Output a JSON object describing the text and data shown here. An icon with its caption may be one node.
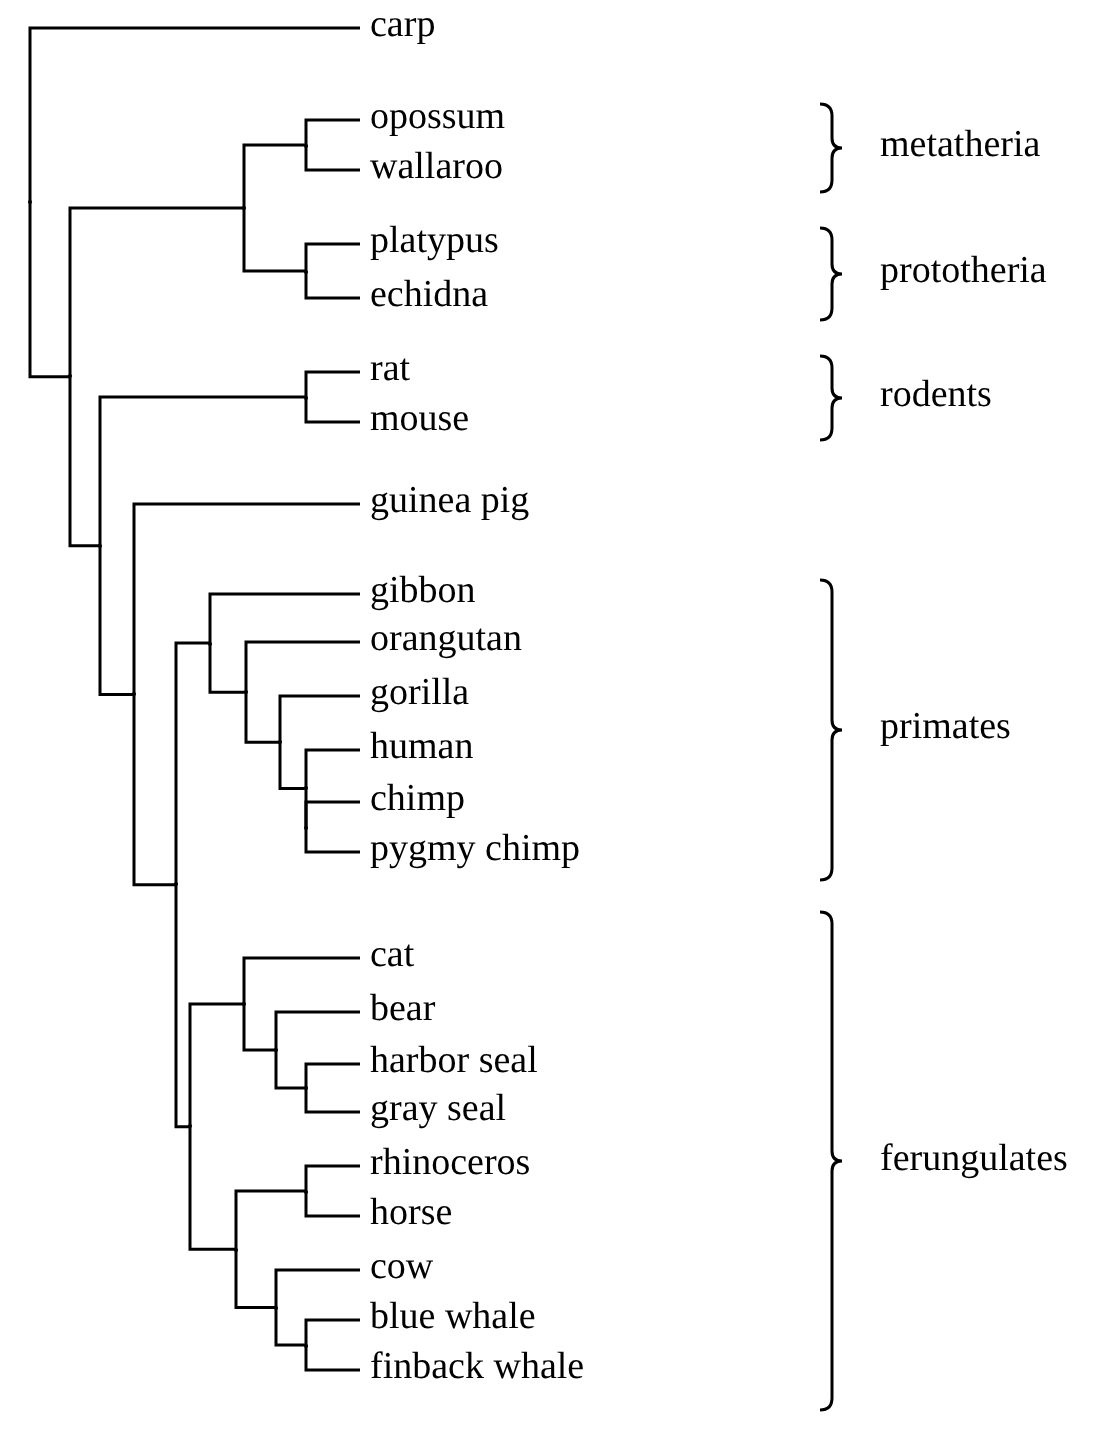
{
  "diagram": {
    "nodes": [
      {
        "text": [
          "carp"
        ]
      },
      {
        "text": [
          "opossum"
        ]
      },
      {
        "text": [
          "wallaroo"
        ]
      },
      {
        "text": [
          "platypus"
        ]
      },
      {
        "text": [
          "echidna"
        ]
      },
      {
        "text": [
          "rat"
        ]
      },
      {
        "text": [
          "mouse"
        ]
      },
      {
        "text": [
          "guinea pig"
        ]
      },
      {
        "text": [
          "gibbon"
        ]
      },
      {
        "text": [
          "orangutan"
        ]
      },
      {
        "text": [
          "gorilla"
        ]
      },
      {
        "text": [
          "human"
        ]
      },
      {
        "text": [
          "chimp"
        ]
      },
      {
        "text": [
          "pygmy chimp"
        ]
      },
      {
        "text": [
          "cat"
        ]
      },
      {
        "text": [
          "bear"
        ]
      },
      {
        "text": [
          "harbor seal"
        ]
      },
      {
        "text": [
          "gray seal"
        ]
      },
      {
        "text": [
          "rhinoceros"
        ]
      },
      {
        "text": [
          "horse"
        ]
      },
      {
        "text": [
          "cow"
        ]
      },
      {
        "text": [
          "blue whale"
        ]
      },
      {
        "text": [
          "finback whale"
        ]
      },
      {
        "text": [],
        "shape": "point"
      },
      {
        "text": [],
        "shape": "point"
      },
      {
        "text": [],
        "shape": "point"
      },
      {
        "text": [],
        "shape": "point"
      },
      {
        "text": [],
        "shape": "point"
      },
      {
        "text": [],
        "shape": "point"
      },
      {
        "text": [],
        "shape": "point"
      },
      {
        "text": [],
        "shape": "point"
      },
      {
        "text": [],
        "shape": "point"
      },
      {
        "text": [],
        "shape": "point"
      },
      {
        "text": [],
        "shape": "point"
      },
      {
        "text": [],
        "shape": "point"
      },
      {
        "text": [],
        "shape": "point"
      },
      {
        "text": [],
        "shape": "point"
      },
      {
        "text": [],
        "shape": "point"
      },
      {
        "text": [],
        "shape": "point"
      },
      {
        "text": [],
        "shape": "point"
      },
      {
        "text": [],
        "shape": "point"
      },
      {
        "text": [],
        "shape": "point"
      },
      {
        "text": [],
        "shape": "point"
      },
      {
        "text": [],
        "shape": "point"
      },
      {
        "text": [],
        "shape": "point"
      }
    ],
    "edges": [
      {
        "from": 23,
        "to": 0,
        "arrow": "none"
      },
      {
        "from": 23,
        "to": 24,
        "arrow": "none"
      },
      {
        "from": 24,
        "to": 25,
        "arrow": "none"
      },
      {
        "from": 24,
        "to": 28,
        "arrow": "none"
      },
      {
        "from": 25,
        "to": 26,
        "arrow": "none"
      },
      {
        "from": 25,
        "to": 27,
        "arrow": "none"
      },
      {
        "from": 26,
        "to": 1,
        "arrow": "none"
      },
      {
        "from": 26,
        "to": 2,
        "arrow": "none"
      },
      {
        "from": 27,
        "to": 3,
        "arrow": "none"
      },
      {
        "from": 27,
        "to": 4,
        "arrow": "none"
      },
      {
        "from": 28,
        "to": 29,
        "arrow": "none"
      },
      {
        "from": 28,
        "to": 30,
        "arrow": "none"
      },
      {
        "from": 29,
        "to": 5,
        "arrow": "none"
      },
      {
        "from": 29,
        "to": 6,
        "arrow": "none"
      },
      {
        "from": 30,
        "to": 7,
        "arrow": "none"
      },
      {
        "from": 30,
        "to": 31,
        "arrow": "none"
      },
      {
        "from": 31,
        "to": 32,
        "arrow": "none"
      },
      {
        "from": 31,
        "to": 37,
        "arrow": "none"
      },
      {
        "from": 32,
        "to": 8,
        "arrow": "none"
      },
      {
        "from": 32,
        "to": 33,
        "arrow": "none"
      },
      {
        "from": 33,
        "to": 9,
        "arrow": "none"
      },
      {
        "from": 33,
        "to": 34,
        "arrow": "none"
      },
      {
        "from": 34,
        "to": 10,
        "arrow": "none"
      },
      {
        "from": 34,
        "to": 35,
        "arrow": "none"
      },
      {
        "from": 35,
        "to": 11,
        "arrow": "none"
      },
      {
        "from": 35,
        "to": 36,
        "arrow": "none"
      },
      {
        "from": 36,
        "to": 12,
        "arrow": "none"
      },
      {
        "from": 36,
        "to": 13,
        "arrow": "none"
      },
      {
        "from": 37,
        "to": 38,
        "arrow": "none"
      },
      {
        "from": 37,
        "to": 41,
        "arrow": "none"
      },
      {
        "from": 38,
        "to": 14,
        "arrow": "none"
      },
      {
        "from": 38,
        "to": 39,
        "arrow": "none"
      },
      {
        "from": 39,
        "to": 15,
        "arrow": "none"
      },
      {
        "from": 39,
        "to": 40,
        "arrow": "none"
      },
      {
        "from": 40,
        "to": 16,
        "arrow": "none"
      },
      {
        "from": 40,
        "to": 17,
        "arrow": "none"
      },
      {
        "from": 41,
        "to": 42,
        "arrow": "none"
      },
      {
        "from": 41,
        "to": 43,
        "arrow": "none"
      },
      {
        "from": 42,
        "to": 18,
        "arrow": "none"
      },
      {
        "from": 42,
        "to": 19,
        "arrow": "none"
      },
      {
        "from": 43,
        "to": 20,
        "arrow": "none"
      },
      {
        "from": 43,
        "to": 44,
        "arrow": "none"
      },
      {
        "from": 44,
        "to": 21,
        "arrow": "none"
      },
      {
        "from": 44,
        "to": 22,
        "arrow": "none"
      }
    ],
    "labels": [
      "metatheria",
      "prototheria",
      "rodents",
      "primates",
      "ferungulates"
    ]
  }
}
